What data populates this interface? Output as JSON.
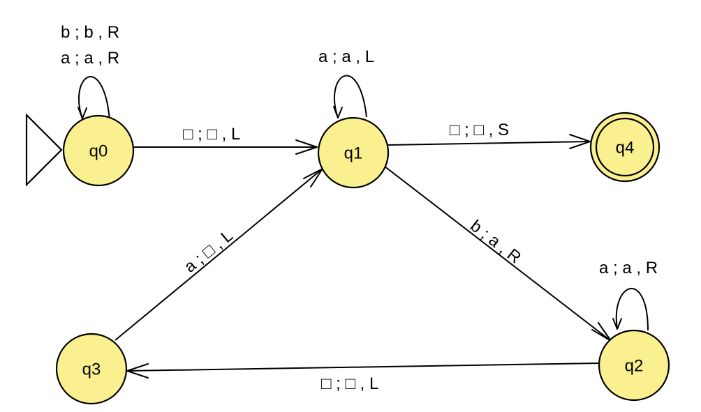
{
  "diagram": {
    "type": "turing-machine-state-diagram",
    "colors": {
      "state_fill": "#fbf08f",
      "stroke": "#000000",
      "background": "#ffffff"
    },
    "states": [
      {
        "id": "q0",
        "label": "q0",
        "initial": true,
        "accepting": false
      },
      {
        "id": "q1",
        "label": "q1",
        "initial": false,
        "accepting": false
      },
      {
        "id": "q2",
        "label": "q2",
        "initial": false,
        "accepting": false
      },
      {
        "id": "q3",
        "label": "q3",
        "initial": false,
        "accepting": false
      },
      {
        "id": "q4",
        "label": "q4",
        "initial": false,
        "accepting": true
      }
    ],
    "transitions": [
      {
        "from": "q0",
        "to": "q0",
        "labels": [
          "b ; b , R",
          "a ; a , R"
        ]
      },
      {
        "from": "q0",
        "to": "q1",
        "labels": [
          "□ ; □ , L"
        ]
      },
      {
        "from": "q1",
        "to": "q1",
        "labels": [
          "a ; a , L"
        ]
      },
      {
        "from": "q1",
        "to": "q4",
        "labels": [
          "□ ; □ , S"
        ]
      },
      {
        "from": "q1",
        "to": "q2",
        "labels": [
          "b ; a , R"
        ]
      },
      {
        "from": "q2",
        "to": "q2",
        "labels": [
          "a ; a , R"
        ]
      },
      {
        "from": "q2",
        "to": "q3",
        "labels": [
          "□ ; □ , L"
        ]
      },
      {
        "from": "q3",
        "to": "q1",
        "labels": [
          "a ; □ , L"
        ]
      }
    ]
  }
}
